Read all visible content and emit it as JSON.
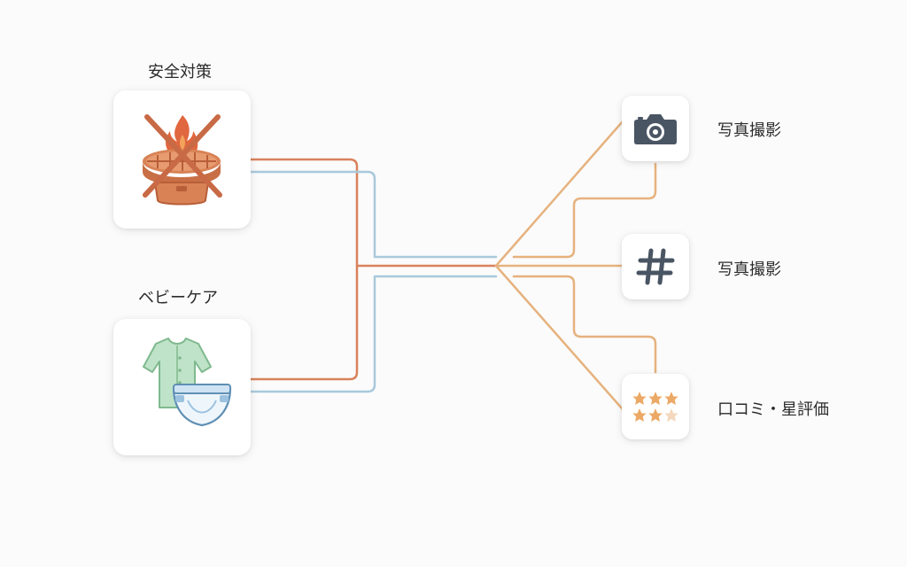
{
  "left_nodes": [
    {
      "label": "安全対策",
      "icon": "no-bbq-grill-icon"
    },
    {
      "label": "ベビーケア",
      "icon": "baby-clothes-diaper-icon"
    }
  ],
  "right_nodes": [
    {
      "label": "写真撮影",
      "icon": "camera-icon"
    },
    {
      "label": "写真撮影",
      "icon": "hashtag-icon"
    },
    {
      "label": "口コミ・星評価",
      "icon": "star-rating-icon"
    }
  ],
  "colors": {
    "orange_line": "#d9825b",
    "blue_line": "#a9c9dc",
    "light_orange_line": "#e6b27e",
    "icon_dark": "#4a5563",
    "star": "#eca865"
  }
}
